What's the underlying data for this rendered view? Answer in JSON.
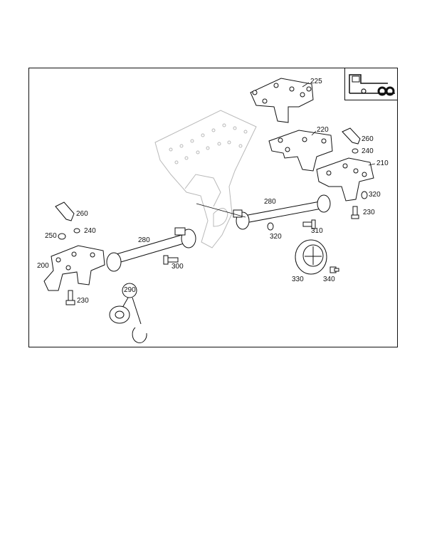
{
  "callouts": {
    "c225": "225",
    "c220": "220",
    "c260a": "260",
    "c240a": "240",
    "c210": "210",
    "c320a": "320",
    "c230a": "230",
    "c280a": "280",
    "c320b": "320",
    "c310": "310",
    "c260b": "260",
    "c250": "250",
    "c240b": "240",
    "c280b": "280",
    "c300": "300",
    "c200": "200",
    "c290": "290",
    "c230b": "230",
    "c330": "330",
    "c340": "340"
  },
  "icons": {
    "vehicle": "truck-axle-icon"
  },
  "colors": {
    "line": "#111111",
    "ghost": "#b9b9b9"
  }
}
